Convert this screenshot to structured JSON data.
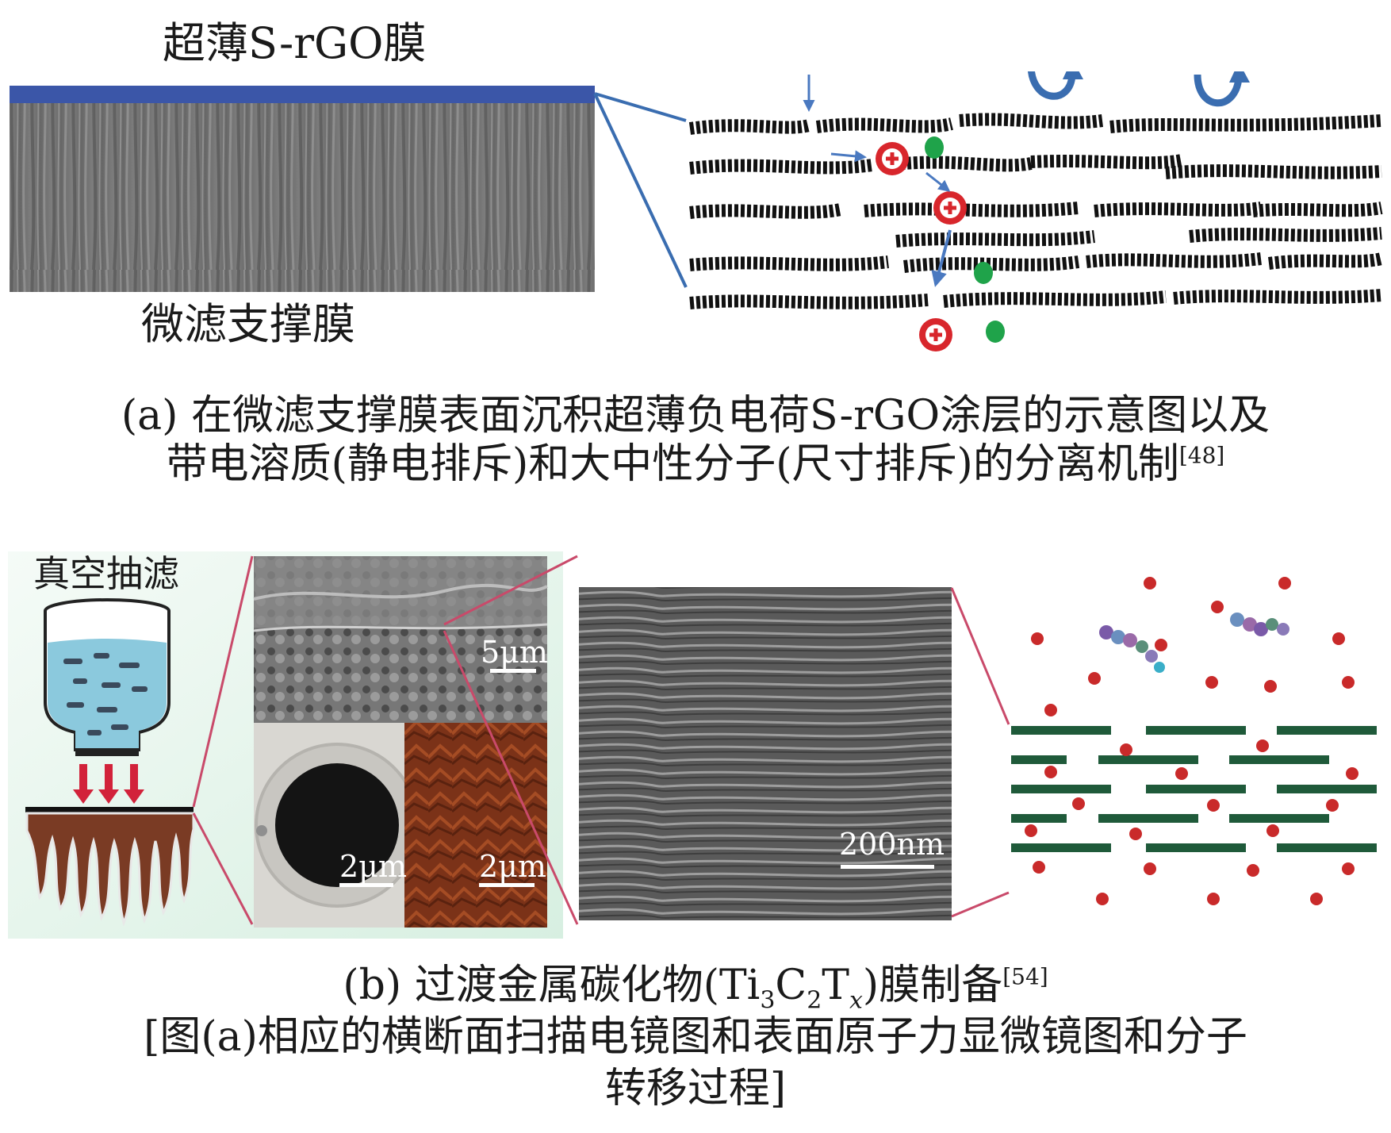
{
  "panel_a": {
    "label_top": "超薄S-rGO膜",
    "label_bottom": "微滤支撑膜",
    "caption_line1": "(a) 在微滤支撑膜表面沉积超薄负电荷S-rGO涂层的示意图以及",
    "caption_line2": "带电溶质(静电排斥)和大中性分子(尺寸排斥)的分离机制",
    "caption_ref": "[48]",
    "colors": {
      "coating": "#3b56a8",
      "support": "#6f6f6f",
      "cation": "#d8262c",
      "anion": "#5b2d8e",
      "neutral_small": "#1fa34a",
      "neutral_large": "#b7282e",
      "arrow": "#4a79c0"
    }
  },
  "panel_b": {
    "label_vacuum": "真空抽滤",
    "scale_1": "5μm",
    "scale_2": "2μm",
    "scale_3": "2μm",
    "scale_4": "200nm",
    "caption_prefix": "(b) 过渡金属碳化物(Ti",
    "caption_sub1": "3",
    "caption_mid1": "C",
    "caption_sub2": "2",
    "caption_mid2": "T",
    "caption_sub3": "x",
    "caption_suffix": ")膜制备",
    "caption_ref": "[54]",
    "caption_line2": "[图(a)相应的横断面扫描电镜图和表面原子力显微镜图和分子",
    "caption_line3": "转移过程]",
    "colors": {
      "background": "#e3f2ea",
      "flake": "#1f5a3a",
      "substrate": "#7a3b24",
      "pointer": "#c94a6a"
    }
  }
}
